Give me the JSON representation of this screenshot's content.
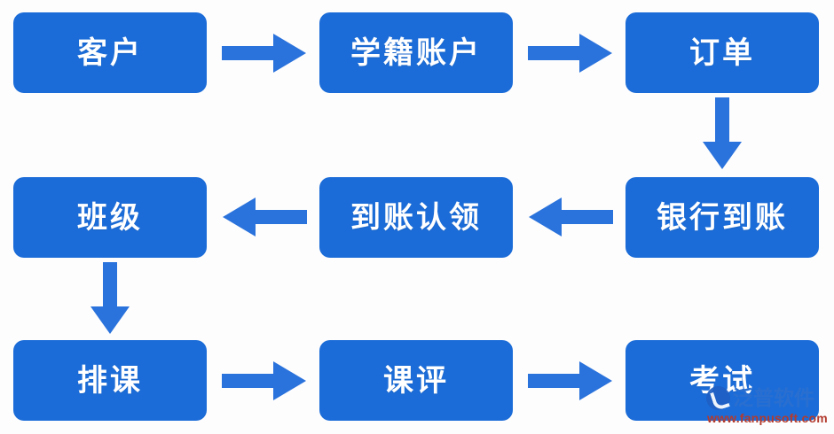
{
  "diagram": {
    "type": "flowchart",
    "title": "",
    "background_color": "#fdfdfd",
    "node_color": "#1b6cd8",
    "node_text_color": "#ffffff",
    "arrow_color": "#2a72dc",
    "nodes": [
      {
        "id": "customer",
        "label": "客户",
        "row": 0,
        "col": 0
      },
      {
        "id": "student-account",
        "label": "学籍账户",
        "row": 0,
        "col": 1
      },
      {
        "id": "order",
        "label": "订单",
        "row": 0,
        "col": 2
      },
      {
        "id": "class",
        "label": "班级",
        "row": 1,
        "col": 0
      },
      {
        "id": "receipt-claim",
        "label": "到账认领",
        "row": 1,
        "col": 1
      },
      {
        "id": "bank-receipt",
        "label": "银行到账",
        "row": 1,
        "col": 2
      },
      {
        "id": "scheduling",
        "label": "排课",
        "row": 2,
        "col": 0
      },
      {
        "id": "course-review",
        "label": "课评",
        "row": 2,
        "col": 1
      },
      {
        "id": "exam",
        "label": "考试",
        "row": 2,
        "col": 2
      }
    ],
    "edges": [
      {
        "from": "customer",
        "to": "student-account",
        "direction": "right"
      },
      {
        "from": "student-account",
        "to": "order",
        "direction": "right"
      },
      {
        "from": "order",
        "to": "bank-receipt",
        "direction": "down"
      },
      {
        "from": "bank-receipt",
        "to": "receipt-claim",
        "direction": "left"
      },
      {
        "from": "receipt-claim",
        "to": "class",
        "direction": "left"
      },
      {
        "from": "class",
        "to": "scheduling",
        "direction": "down"
      },
      {
        "from": "scheduling",
        "to": "course-review",
        "direction": "right"
      },
      {
        "from": "course-review",
        "to": "exam",
        "direction": "right"
      }
    ]
  },
  "watermark": {
    "brand": "泛普软件",
    "url": "www.fanpusoft.com",
    "brand_color": "#2a6fd0",
    "url_color": "#b33b2e"
  }
}
